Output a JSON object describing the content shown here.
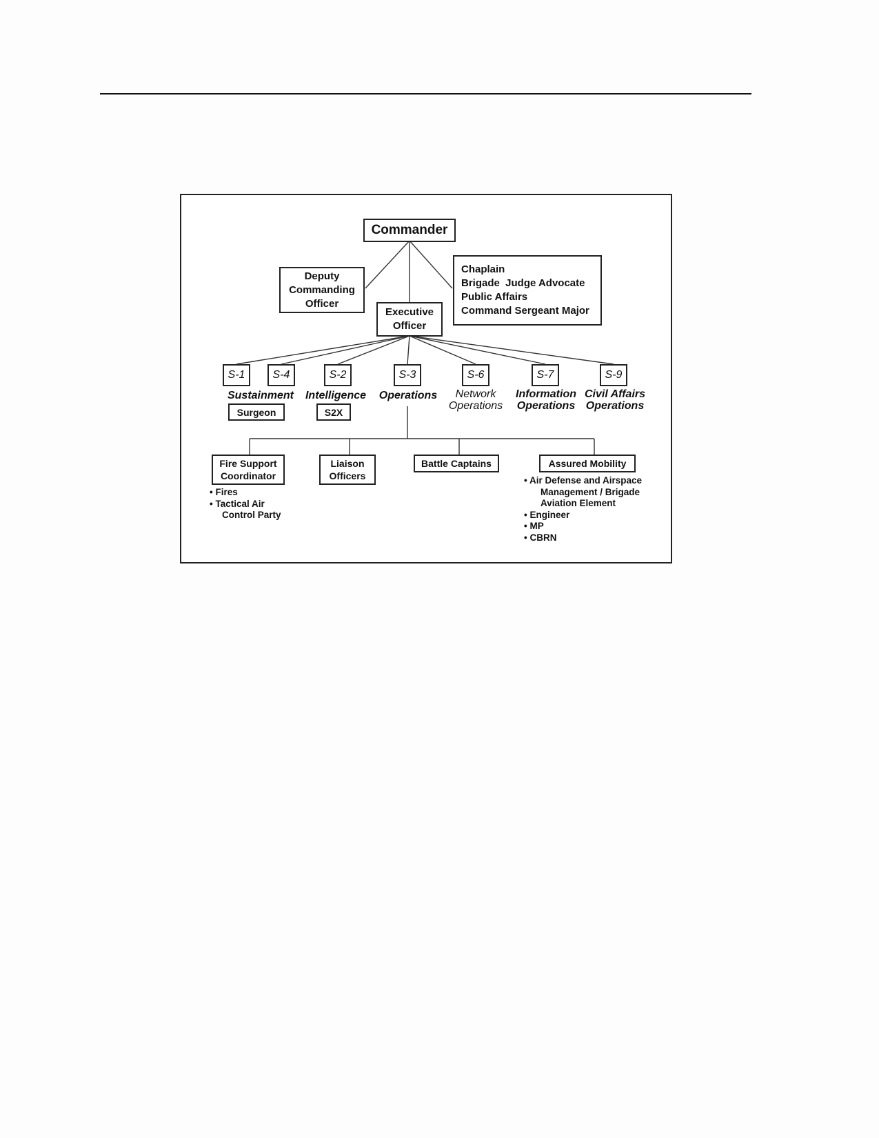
{
  "commander": "Commander",
  "deputy": [
    "Deputy",
    "Commanding",
    "Officer"
  ],
  "special_staff": [
    "Chaplain",
    "Brigade  Judge Advocate",
    "Public Affairs",
    "Command Sergeant Major"
  ],
  "xo": [
    "Executive",
    "Officer"
  ],
  "sections": {
    "s1": "S-1",
    "s4": "S-4",
    "s2": "S-2",
    "s3": "S-3",
    "s6": "S-6",
    "s7": "S-7",
    "s9": "S-9"
  },
  "section_labels": {
    "sustainment": "Sustainment",
    "intelligence": "Intelligence",
    "operations": "Operations",
    "network": [
      "Network",
      "Operations"
    ],
    "information": [
      "Information",
      "Operations"
    ],
    "civil_affairs": [
      "Civil Affairs",
      "Operations"
    ]
  },
  "sub_units": {
    "surgeon": "Surgeon",
    "s2x": "S2X"
  },
  "ops_elements": {
    "fire_support": [
      "Fire Support",
      "Coordinator"
    ],
    "liaison": [
      "Liaison",
      "Officers"
    ],
    "battle_captains": "Battle Captains",
    "assured_mobility": "Assured Mobility"
  },
  "fire_support_bullets": [
    "Fires",
    "Tactical Air",
    "Control Party"
  ],
  "assured_mobility_bullets": [
    "Air Defense and Airspace",
    "Management / Brigade",
    "Aviation Element",
    "Engineer",
    "MP",
    "CBRN"
  ]
}
